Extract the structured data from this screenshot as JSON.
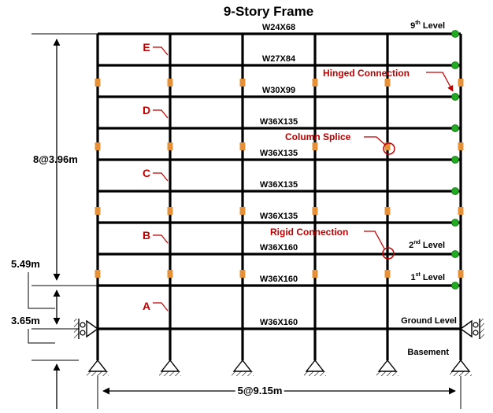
{
  "title": "9-Story Frame",
  "beams": [
    {
      "level": 9,
      "section": "W24X68"
    },
    {
      "level": 8,
      "section": "W27X84"
    },
    {
      "level": 7,
      "section": "W30X99"
    },
    {
      "level": 6,
      "section": "W36X135"
    },
    {
      "level": 5,
      "section": "W36X135"
    },
    {
      "level": 4,
      "section": "W36X135"
    },
    {
      "level": 3,
      "section": "W36X135"
    },
    {
      "level": 2,
      "section": "W36X160"
    },
    {
      "level": 1,
      "section": "W36X160"
    },
    {
      "level": 0,
      "section": "W36X160"
    }
  ],
  "levels": {
    "top": {
      "base": "9",
      "sup": "th",
      "rest": " Level"
    },
    "second": {
      "base": "2",
      "sup": "nd",
      "rest": " Level"
    },
    "first": {
      "base": "1",
      "sup": "st",
      "rest": " Level"
    },
    "ground": "Ground Level",
    "basement": "Basement"
  },
  "column_labels": [
    "E",
    "D",
    "C",
    "B",
    "A"
  ],
  "annotations": {
    "hinged": "Hinged Connection",
    "splice": "Column Splice",
    "rigid": "Rigid Connection"
  },
  "dimensions": {
    "stories": "8@3.96m",
    "first_story": "5.49m",
    "basement": "3.65m",
    "bays": "5@9.15m"
  },
  "colors": {
    "frame": "#000000",
    "annotation": "#c00000",
    "hinge": "#22aa22",
    "splice": "#e69138"
  }
}
